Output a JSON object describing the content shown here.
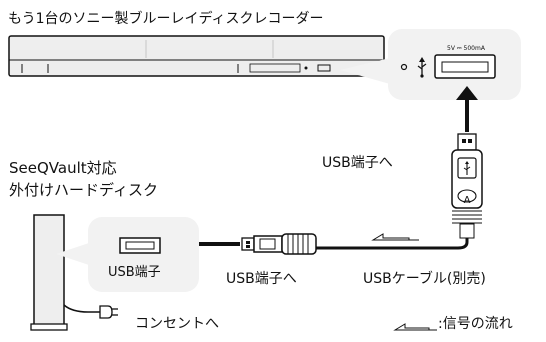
{
  "labels": {
    "recorder_title": "もう1台のソニー製ブルーレイディスクレコーダー",
    "seeqvault_line1": "SeeQVault対応",
    "seeqvault_line2": "外付けハードディスク",
    "usb_port_left": "USB端子",
    "usb_to_left": "USB端子へ",
    "usb_to_right": "USB端子へ",
    "usb_cable": "USBケーブル(別売)",
    "outlet": "コンセントへ",
    "signal_flow": ":信号の流れ",
    "port_spec": "5V ⎓ 500mA",
    "plug_letter": "A"
  },
  "colors": {
    "line": "#111111",
    "device_fill": "#eeeeee",
    "callout_fill": "#f2f2f2",
    "background": "#ffffff"
  },
  "icons": [
    "usb-icon",
    "power-plug-icon",
    "signal-flow-arrow-icon"
  ]
}
